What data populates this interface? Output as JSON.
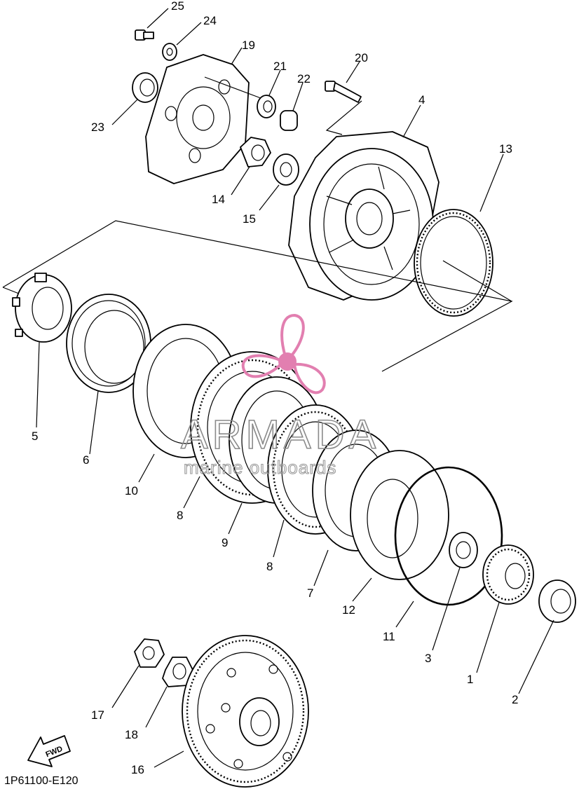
{
  "diagram": {
    "part_code": "1P61100-E120",
    "direction_label": "FWD",
    "watermark": {
      "brand": "ARMADA",
      "tagline": "marine outboards",
      "logo": "propeller-icon"
    },
    "callouts": [
      "1",
      "2",
      "3",
      "4",
      "5",
      "6",
      "7",
      "8",
      "8",
      "9",
      "10",
      "11",
      "12",
      "13",
      "14",
      "15",
      "16",
      "17",
      "18",
      "19",
      "20",
      "21",
      "22",
      "23",
      "24",
      "25"
    ],
    "colors": {
      "line": "#000000",
      "watermark_logo": "#e27fb0",
      "watermark_text": "#8a8a8a"
    }
  }
}
